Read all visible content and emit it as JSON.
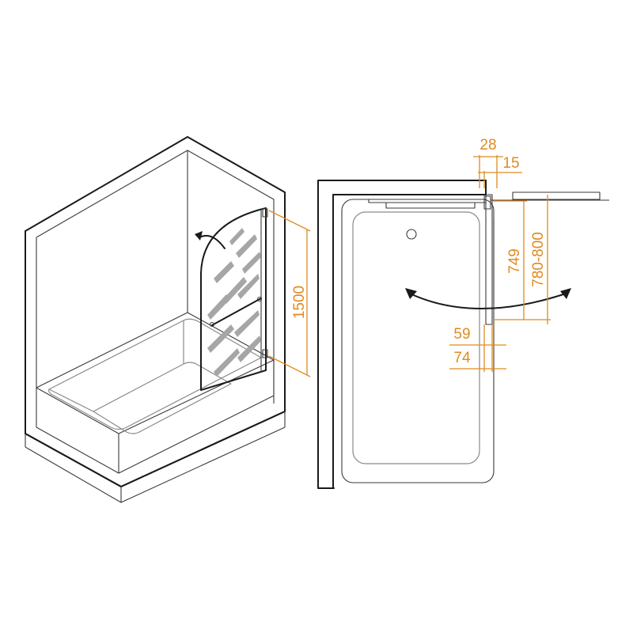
{
  "colors": {
    "line": "#1a1a1a",
    "dimension": "#e08a1e",
    "background": "#ffffff"
  },
  "dimensions": {
    "height": "1500",
    "width_top": "28",
    "width_small": "15",
    "panel_width": "749",
    "opening_range": "780-800",
    "offset_a": "59",
    "offset_b": "74"
  }
}
